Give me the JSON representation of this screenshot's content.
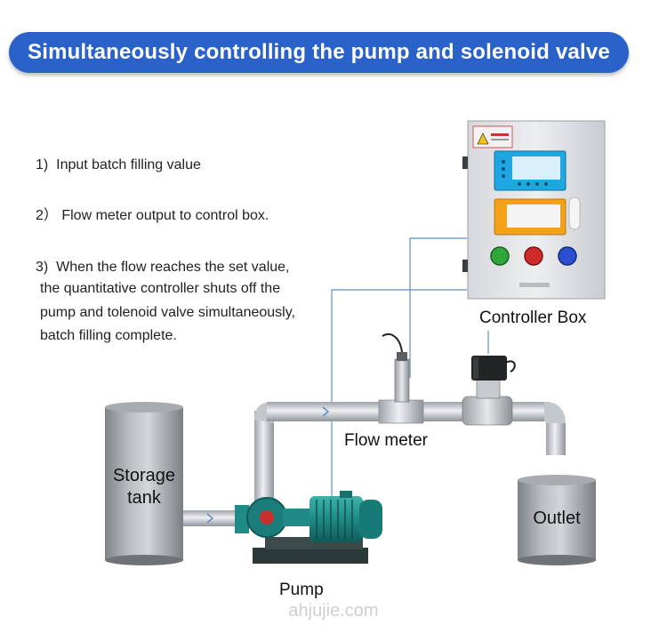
{
  "title": "Simultaneously controlling the pump and solenoid valve",
  "steps": {
    "step1": "1)  Input batch filling value",
    "step2": "2） Flow meter output to control box.",
    "step3_line1": "3)  When the flow reaches the set value,",
    "step3_line2": "the quantitative controller shuts off the",
    "step3_line3": "pump and tolenoid valve simultaneously,",
    "step3_line4": "batch filling complete."
  },
  "labels": {
    "controller_box": "Controller Box",
    "flow_meter": "Flow meter",
    "storage_tank_line1": "Storage",
    "storage_tank_line2": "tank",
    "outlet": "Outlet",
    "pump": "Pump"
  },
  "watermark": "ahjujie.com",
  "colors": {
    "title_bar": "#2a62c9",
    "signal_line": "#5b8fc2",
    "pipe": "#c9ccd1",
    "pump_motor": "#1f8a86",
    "button_green": "#2fa63a",
    "button_red": "#d12a2a",
    "button_blue": "#2b4fd1"
  },
  "icons": [
    "controller-box-icon",
    "flow-meter-icon",
    "solenoid-valve-icon",
    "pump-icon",
    "storage-tank-icon",
    "outlet-tank-icon"
  ]
}
